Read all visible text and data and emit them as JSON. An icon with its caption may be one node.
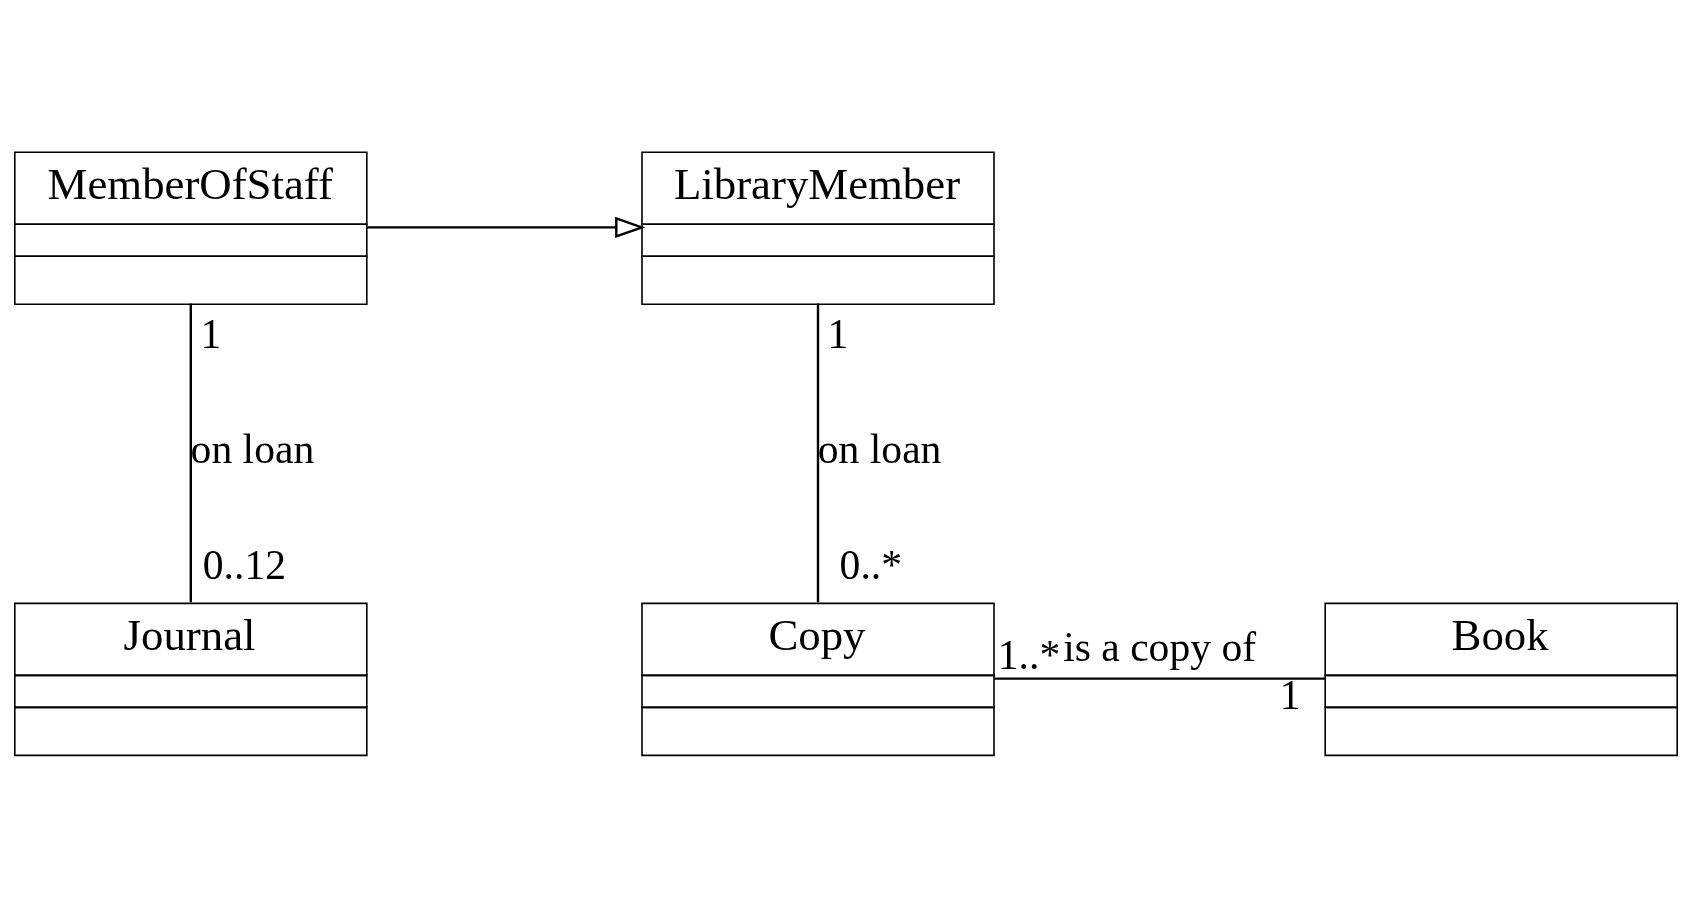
{
  "diagram": {
    "nodes": [
      {
        "text": [
          "MemberOfStaff"
        ]
      },
      {
        "text": [
          "LibraryMember"
        ]
      },
      {
        "text": [
          "Journal"
        ]
      },
      {
        "text": [
          "Copy"
        ]
      },
      {
        "text": [
          "Book"
        ]
      }
    ],
    "edges": [
      {
        "from": 0,
        "to": 1,
        "arrow": "to"
      },
      {
        "from": 0,
        "to": 2,
        "arrow": "none",
        "label": "on loan"
      },
      {
        "from": 1,
        "to": 3,
        "arrow": "none",
        "label": "on loan"
      },
      {
        "from": 3,
        "to": 4,
        "arrow": "none",
        "label": "is a copy of"
      }
    ],
    "labels": [
      "1",
      "1",
      "0..*",
      "0..12",
      "1..*",
      "1"
    ]
  }
}
